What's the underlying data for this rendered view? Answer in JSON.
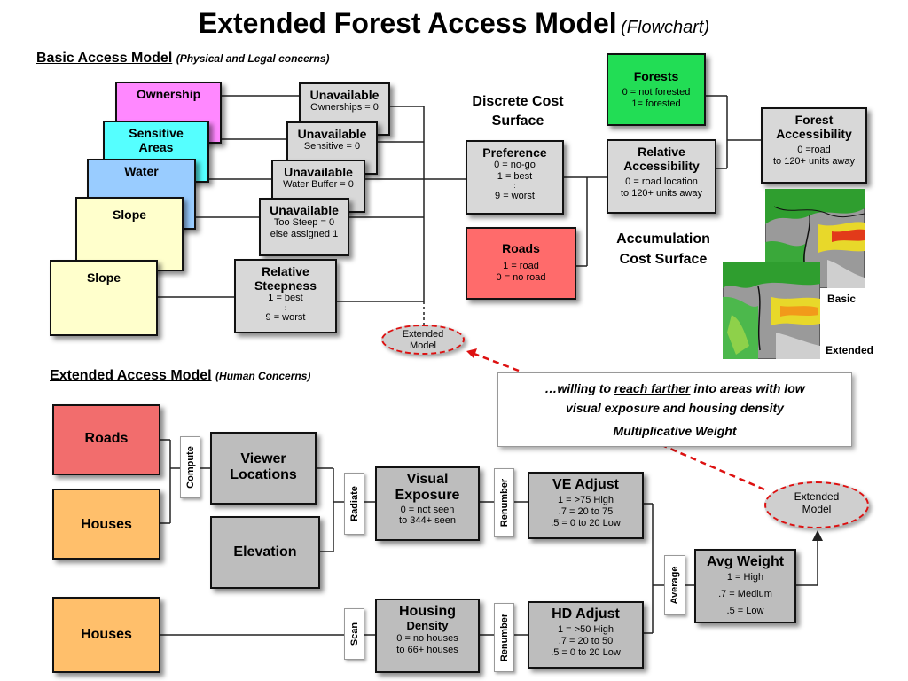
{
  "title": {
    "main": "Extended Forest Access Model",
    "sub": "(Flowchart)"
  },
  "basic": {
    "header": "Basic Access Model",
    "subheader": "(Physical and Legal concerns)"
  },
  "extended": {
    "header": "Extended Access Model",
    "subheader": "(Human Concerns)"
  },
  "inputs_basic": [
    {
      "label": "Ownership",
      "color": "#ff88ff"
    },
    {
      "label": "Sensitive Areas",
      "color": "#55ffff"
    },
    {
      "label": "Water",
      "color": "#99ccff"
    },
    {
      "label": "Slope",
      "color": "#ffffcc"
    },
    {
      "label": "Slope",
      "color": "#ffffcc"
    }
  ],
  "unavailable": [
    {
      "title": "Unavailable",
      "lines": [
        "Ownerships = 0"
      ]
    },
    {
      "title": "Unavailable",
      "lines": [
        "Sensitive = 0"
      ]
    },
    {
      "title": "Unavailable",
      "lines": [
        "Water Buffer = 0"
      ]
    },
    {
      "title": "Unavailable",
      "lines": [
        "Too Steep = 0",
        "else assigned 1"
      ]
    }
  ],
  "steepness": {
    "title": "Relative Steepness",
    "lines": [
      "1 = best",
      ":",
      "9 = worst"
    ]
  },
  "discrete_label": "Discrete Cost Surface",
  "preference": {
    "title": "Preference",
    "lines": [
      "0 = no-go",
      "1 = best",
      ":",
      "9 = worst"
    ]
  },
  "roads_basic": {
    "title": "Roads",
    "lines": [
      "1 = road",
      "0 = no road"
    ],
    "color": "#ff6b6b"
  },
  "forests": {
    "title": "Forests",
    "lines": [
      "0 = not forested",
      "1=  forested"
    ],
    "color": "#22dd55"
  },
  "relative_access": {
    "title": "Relative Accessibility",
    "lines": [
      "0 = road location",
      "to 120+ units away"
    ]
  },
  "forest_access": {
    "title": "Forest Accessibility",
    "lines": [
      "0 =road",
      "to 120+ units away"
    ]
  },
  "accumulation_label": "Accumulation Cost Surface",
  "map_labels": {
    "basic": "Basic",
    "extended": "Extended"
  },
  "ellipse_label": "Extended Model",
  "callout": {
    "line1_pre": "…willing to ",
    "line1_u": "reach farther",
    "line1_post": " into areas with low",
    "line2": "visual exposure and housing density",
    "line3": "Multiplicative Weight"
  },
  "ext_inputs": {
    "roads": "Roads",
    "houses1": "Houses",
    "houses2": "Houses",
    "roads_color": "#f26d6d",
    "houses_color": "#ffbf6b"
  },
  "ops": {
    "compute": "Compute",
    "radiate": "Radiate",
    "renumber1": "Renumber",
    "renumber2": "Renumber",
    "scan": "Scan",
    "average": "Average"
  },
  "viewer": "Viewer Locations",
  "elevation": "Elevation",
  "visual_exposure": {
    "title": "Visual Exposure",
    "lines": [
      "0 = not seen",
      "to  344+ seen"
    ]
  },
  "housing_density": {
    "title": "Housing",
    "title2": "Density",
    "lines": [
      "0 = no houses",
      "to 66+ houses"
    ]
  },
  "ve_adjust": {
    "title": "VE Adjust",
    "lines": [
      "1 = >75  High",
      ".7 = 20 to 75",
      ".5 = 0 to 20  Low"
    ]
  },
  "hd_adjust": {
    "title": "HD Adjust",
    "lines": [
      "1 = >50  High",
      ".7 = 20 to 50",
      ".5 = 0 to 20  Low"
    ]
  },
  "avg_weight": {
    "title": "Avg Weight",
    "lines": [
      "1 = High",
      ".7 = Medium",
      ".5 = Low"
    ]
  }
}
